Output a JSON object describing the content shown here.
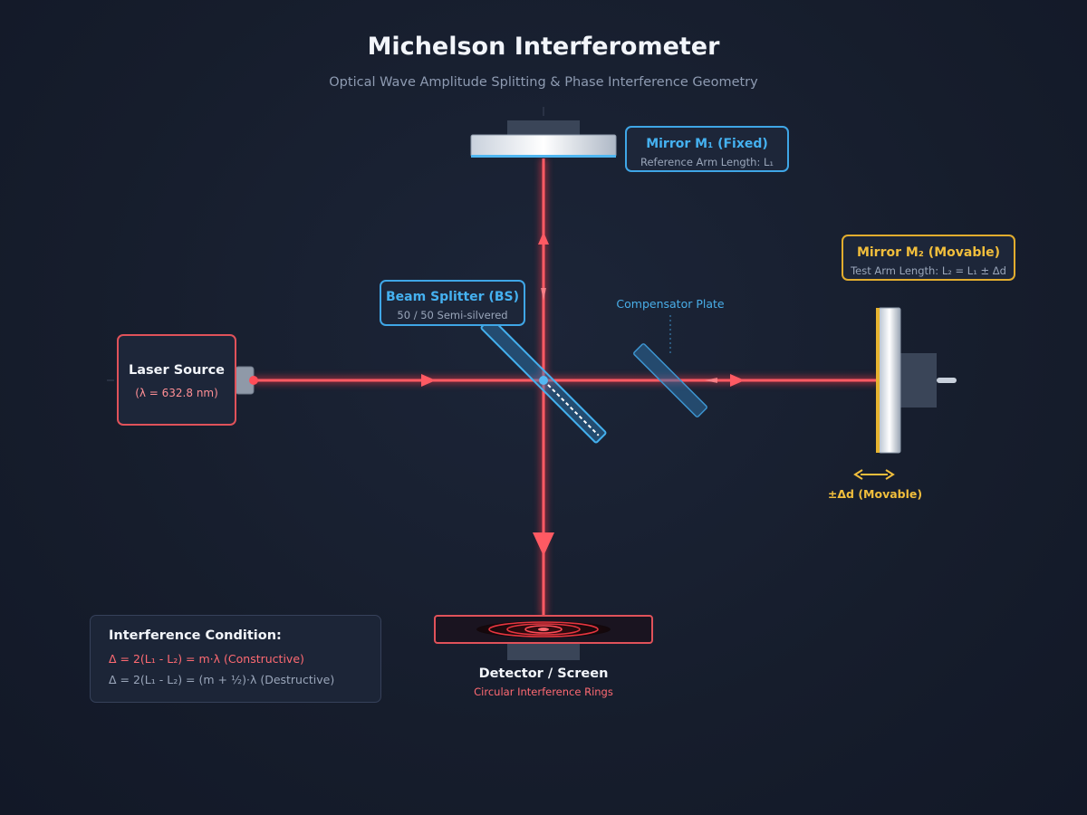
{
  "header": {
    "title": "Michelson Interferometer",
    "subtitle": "Optical Wave Amplitude Splitting & Phase Interference Geometry"
  },
  "laser": {
    "name": "Laser Source",
    "wavelength": "(λ = 632.8 nm)"
  },
  "beam_splitter": {
    "name": "Beam Splitter (BS)",
    "detail": "50 / 50 Semi-silvered"
  },
  "mirror_fixed": {
    "name": "Mirror M₁ (Fixed)",
    "detail": "Reference Arm Length: L₁"
  },
  "mirror_movable": {
    "name": "Mirror M₂ (Movable)",
    "detail": "Test Arm Length: L₂ = L₁ ± Δd",
    "motion": "±Δd (Movable)"
  },
  "compensator": {
    "name": "Compensator Plate"
  },
  "detector": {
    "name": "Detector / Screen",
    "detail": "Circular Interference Rings"
  },
  "condition": {
    "heading": "Interference Condition:",
    "constructive": "Δ = 2(L₁ - L₂) = m·λ (Constructive)",
    "destructive": "Δ = 2(L₁ - L₂) = (m + ½)·λ (Destructive)"
  },
  "colors": {
    "beam": "#ff4c57",
    "accent_blue": "#3fa6e6",
    "accent_amber": "#e2ad2e",
    "panel": "#1d2639"
  }
}
